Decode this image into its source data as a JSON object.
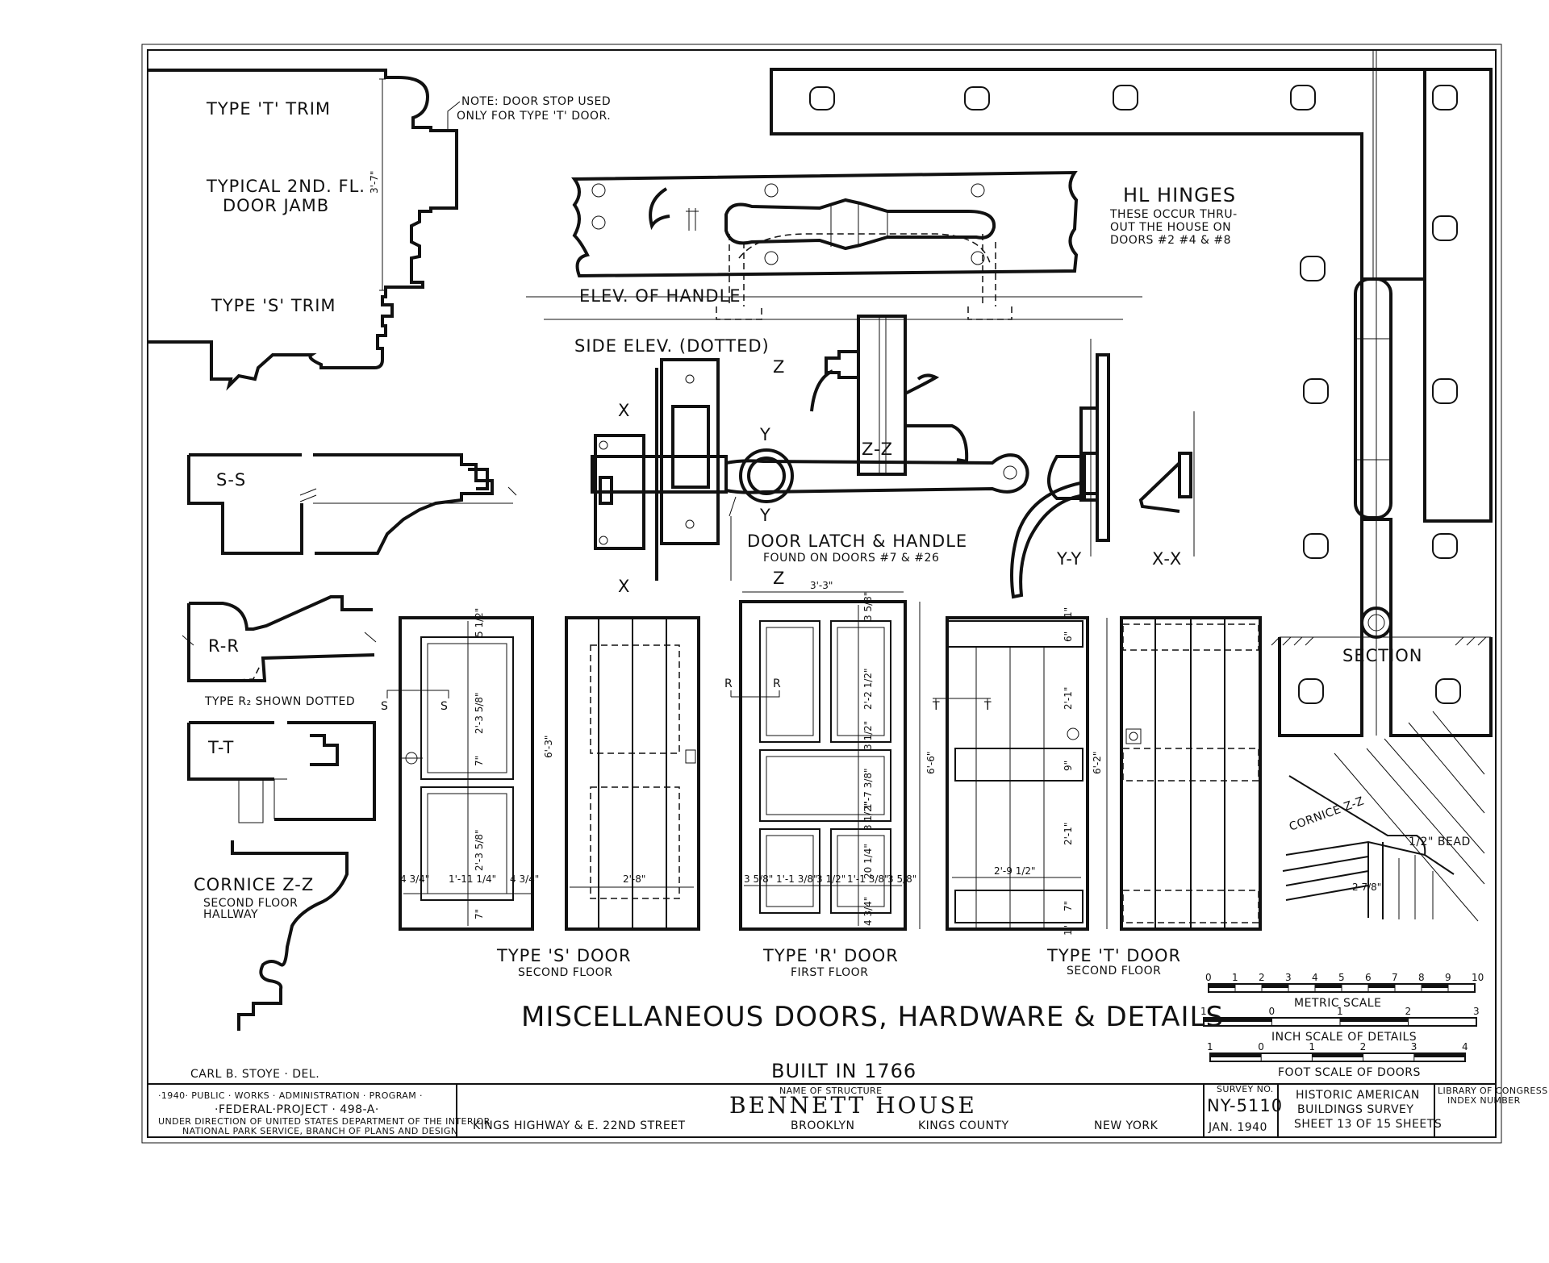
{
  "trim": {
    "type_t": "TYPE 'T' TRIM",
    "jamb_line1": "TYPICAL 2ND. FL.",
    "jamb_line2": "DOOR JAMB",
    "type_s": "TYPE 'S' TRIM",
    "note_line1": "NOTE: DOOR STOP USED",
    "note_line2": "ONLY FOR TYPE 'T' DOOR.",
    "jamb_dim": "3'-7\""
  },
  "sections": {
    "ss": "S-S",
    "rr": "R-R",
    "rr_note": "TYPE R₂ SHOWN DOTTED",
    "tt": "T-T"
  },
  "cornice_left": {
    "title": "CORNICE Z-Z",
    "sub1": "SECOND FLOOR",
    "sub2": "HALLWAY"
  },
  "handle": {
    "elev": "ELEV. OF HANDLE",
    "side": "SIDE ELEV. (DOTTED)",
    "latch": "DOOR LATCH & HANDLE",
    "found": "FOUND ON DOORS #7 & #26",
    "z": "Z",
    "zz": "Z-Z",
    "x": "X",
    "y": "Y",
    "yy": "Y-Y",
    "xx": "X-X"
  },
  "hinges": {
    "title": "HL HINGES",
    "l1": "THESE OCCUR THRU-",
    "l2": "OUT THE HOUSE ON",
    "l3": "DOORS #2 #4 & #8",
    "section": "SECTION"
  },
  "cornice_right": {
    "title": "CORNICE Z-Z",
    "bead": "1/2\" BEAD",
    "dim": "2 7/8\""
  },
  "doors": [
    {
      "title": "TYPE 'S' DOOR",
      "sub": "SECOND FLOOR",
      "height": "6'-3\"",
      "inside": "2'-8\"",
      "w1": "4 3/4\"",
      "w2": "1'-11 1/4\"",
      "w3": "4 3/4\"",
      "panel1": "2'-3 5/8\"",
      "panel2": "2'-3 5/8\"",
      "rail": "7\"",
      "top": "5 1/2\"",
      "bottom": "7\"",
      "cut": "S"
    },
    {
      "title": "TYPE 'R' DOOR",
      "sub": "FIRST FLOOR",
      "height": "6'-6\"",
      "width": "3'-3\"",
      "w1": "3 5/8\"",
      "w2": "1'-1 3/8\"",
      "w3": "3 1/2\"",
      "w4": "1'-1 3/8\"",
      "w5": "3 5/8\"",
      "p1": "2'-2 1/2\"",
      "p2": "1'-7 3/8\"",
      "p3": "20 1/4\"",
      "r1": "3 1/2\"",
      "r2": "3 1/2\"",
      "top": "3 5/8\"",
      "bottom": "4 3/4\"",
      "cut": "R"
    },
    {
      "title": "TYPE 'T' DOOR",
      "sub": "SECOND FLOOR",
      "height": "6'-2\"",
      "inside": "2'-9 1/2\"",
      "d1": "6\"",
      "d2": "2'-1\"",
      "d3": "9\"",
      "d4": "2'-1\"",
      "d5": "7\"",
      "top": "1\"",
      "bottom": "1\"",
      "cut": "T"
    }
  ],
  "main_title": "MISCELLANEOUS DOORS, HARDWARE & DETAILS",
  "built": "BUILT IN 1766",
  "delineator": "CARL B. STOYE  ·  DEL.",
  "scales": {
    "metric_ticks": [
      "0",
      "1",
      "2",
      "3",
      "4",
      "5",
      "6",
      "7",
      "8",
      "9",
      "10"
    ],
    "metric": "METRIC SCALE",
    "inch_ticks": [
      "1",
      "0",
      "1",
      "2",
      "3"
    ],
    "inch": "INCH SCALE OF DETAILS",
    "foot_ticks": [
      "1",
      "0",
      "1",
      "2",
      "3",
      "4"
    ],
    "foot": "FOOT SCALE OF DOORS"
  },
  "titleblock": {
    "wpa1": "·1940· PUBLIC · WORKS · ADMINISTRATION · PROGRAM ·",
    "wpa2": "·FEDERAL·PROJECT · 498-A·",
    "wpa3": "UNDER DIRECTION OF UNITED STATES DEPARTMENT OF THE INTERIOR",
    "wpa4": "NATIONAL PARK SERVICE, BRANCH OF PLANS AND DESIGN",
    "name_label": "NAME OF STRUCTURE",
    "name": "BENNETT  HOUSE",
    "addr1": "KINGS  HIGHWAY & E. 22ND STREET",
    "addr2": "BROOKLYN",
    "addr3": "KINGS  COUNTY",
    "addr4": "NEW  YORK",
    "survey_label": "SURVEY NO.",
    "survey_no": "NY-5110",
    "date": "JAN. 1940",
    "habs1": "HISTORIC AMERICAN",
    "habs2": "BUILDINGS SURVEY",
    "sheet": "SHEET 13 OF 15 SHEETS",
    "loc1": "LIBRARY OF CONGRESS",
    "loc2": "INDEX NUMBER"
  }
}
